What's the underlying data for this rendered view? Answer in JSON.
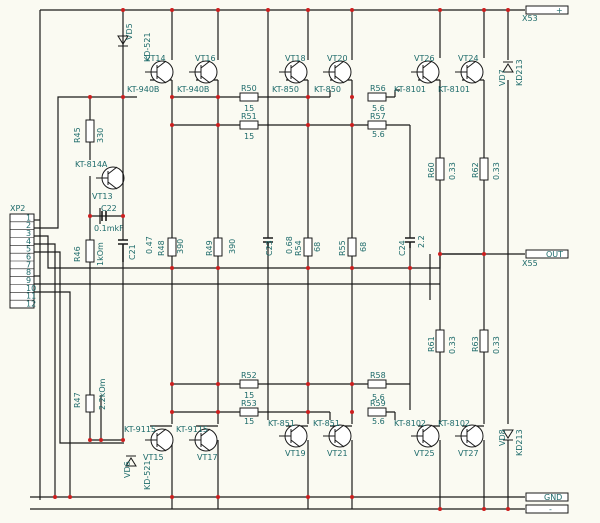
{
  "connectors": {
    "top": {
      "name": "X53",
      "pin": "+"
    },
    "out": {
      "name": "X55",
      "pin": "OUT"
    },
    "gnd": {
      "pin": "GND"
    },
    "bottom": {
      "pin": "-"
    },
    "xp2": {
      "name": "XP2",
      "pins": [
        "1",
        "2",
        "3",
        "4",
        "5",
        "6",
        "7",
        "8",
        "9",
        "10",
        "11",
        "12"
      ]
    }
  },
  "transistors": {
    "vt14": {
      "ref": "VT14",
      "type": "KT-940B"
    },
    "vt16": {
      "ref": "VT16",
      "type": "KT-940B"
    },
    "vt18": {
      "ref": "VT18",
      "type": "KT-850"
    },
    "vt20": {
      "ref": "VT20",
      "type": "KT-850"
    },
    "vt26": {
      "ref": "VT26",
      "type": "KT-8101"
    },
    "vt24": {
      "ref": "VT24",
      "type": "KT-8101"
    },
    "vt13": {
      "ref": "VT13",
      "type": "KT-814A"
    },
    "vt15": {
      "ref": "VT15",
      "type": "KT-9115"
    },
    "vt17": {
      "ref": "VT17",
      "type": "KT-9115"
    },
    "vt19": {
      "ref": "VT19",
      "type": "KT-851"
    },
    "vt21": {
      "ref": "VT21",
      "type": "KT-851"
    },
    "vt25": {
      "ref": "VT25",
      "type": "KT-8102"
    },
    "vt27": {
      "ref": "VT27",
      "type": "KT-8102"
    }
  },
  "diodes": {
    "vd5": {
      "ref": "VD5",
      "type": "KD-521"
    },
    "vd6": {
      "ref": "VD6",
      "type": "KD-521"
    },
    "vd7": {
      "ref": "VD7",
      "type": "KD213"
    },
    "vd8": {
      "ref": "VD8",
      "type": "KD213"
    }
  },
  "resistors": {
    "r45": {
      "ref": "R45",
      "value": "330"
    },
    "r46": {
      "ref": "R46",
      "value": "1kOm"
    },
    "r47": {
      "ref": "R47",
      "value": "2.2kOm"
    },
    "r48": {
      "ref": "R48",
      "value": "390"
    },
    "r49": {
      "ref": "R49",
      "value": "390"
    },
    "r50": {
      "ref": "R50",
      "value": "15"
    },
    "r51": {
      "ref": "R51",
      "value": "15"
    },
    "r52": {
      "ref": "R52",
      "value": "15"
    },
    "r53": {
      "ref": "R53",
      "value": "15"
    },
    "r54": {
      "ref": "R54",
      "value": "68"
    },
    "r55": {
      "ref": "R55",
      "value": "68"
    },
    "r56": {
      "ref": "R56",
      "value": "5.6"
    },
    "r57": {
      "ref": "R57",
      "value": "5.6"
    },
    "r58": {
      "ref": "R58",
      "value": "5.6"
    },
    "r59": {
      "ref": "R59",
      "value": "5.6"
    },
    "r60": {
      "ref": "R60",
      "value": "0.33"
    },
    "r61": {
      "ref": "R61",
      "value": "0.33"
    },
    "r62": {
      "ref": "R62",
      "value": "0.33"
    },
    "r63": {
      "ref": "R63",
      "value": "0.33"
    }
  },
  "capacitors": {
    "c21": {
      "ref": "C21",
      "value": "0.47"
    },
    "c22": {
      "ref": "C22",
      "value": "0.1mkF"
    },
    "c23": {
      "ref": "C23",
      "value": "0.68"
    },
    "c24": {
      "ref": "C24",
      "value": "2.2"
    }
  }
}
